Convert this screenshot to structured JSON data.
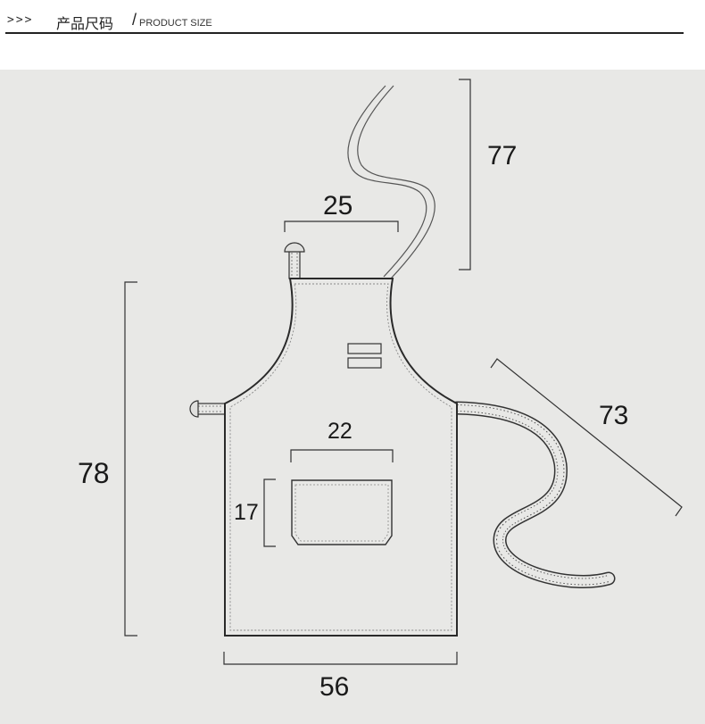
{
  "header": {
    "arrows": ">>>",
    "title": "产品尺码",
    "slash": "/",
    "subtitle": "PRODUCT SIZE"
  },
  "dimensions": {
    "neck_strap": "77",
    "top_width": "25",
    "waist_strap": "73",
    "height": "78",
    "pocket_width": "22",
    "pocket_height": "17",
    "bottom_width": "56"
  },
  "colors": {
    "background": "#e8e8e6",
    "outline": "#2a2a2a",
    "apron_fill": "#e8e8e6"
  }
}
